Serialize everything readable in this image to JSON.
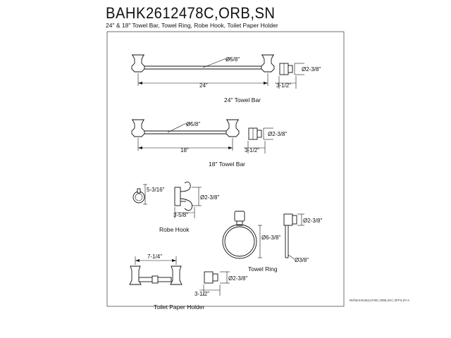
{
  "header": {
    "title": "BAHK2612478C,ORB,SN",
    "subtitle": "24\" & 18\" Towel Bar, Towel Ring, Robe Hook, Toilet Paper Holder"
  },
  "towel_bar_24": {
    "label": "24\" Towel Bar",
    "dims": {
      "diameter": "Ø5/8\"",
      "length": "24\"",
      "projection": "3-1/2\"",
      "base": "Ø2-3/8\""
    }
  },
  "towel_bar_18": {
    "label": "18\" Towel Bar",
    "dims": {
      "diameter": "Ø5/8\"",
      "length": "18\"",
      "projection": "3-1/2\"",
      "base": "Ø2-3/8\""
    }
  },
  "robe_hook": {
    "label": "Robe Hook",
    "dims": {
      "height": "5-3/16\"",
      "projection": "3-5/8\"",
      "base": "Ø2-3/8\""
    }
  },
  "towel_ring": {
    "label": "Towel Ring",
    "dims": {
      "ring": "Ø6-3/8\"",
      "base": "Ø2-3/8\"",
      "rod": "Ø3/8\""
    }
  },
  "toilet_paper_holder": {
    "label": "Toilet Paper Holder",
    "dims": {
      "width": "7-1/4\"",
      "projection": "3-1/2\"",
      "base": "Ø2-3/8\""
    }
  },
  "footer": {
    "code": "Ref:BAHK2612478C,ORB,SN | 3FF3-ZY-A"
  }
}
